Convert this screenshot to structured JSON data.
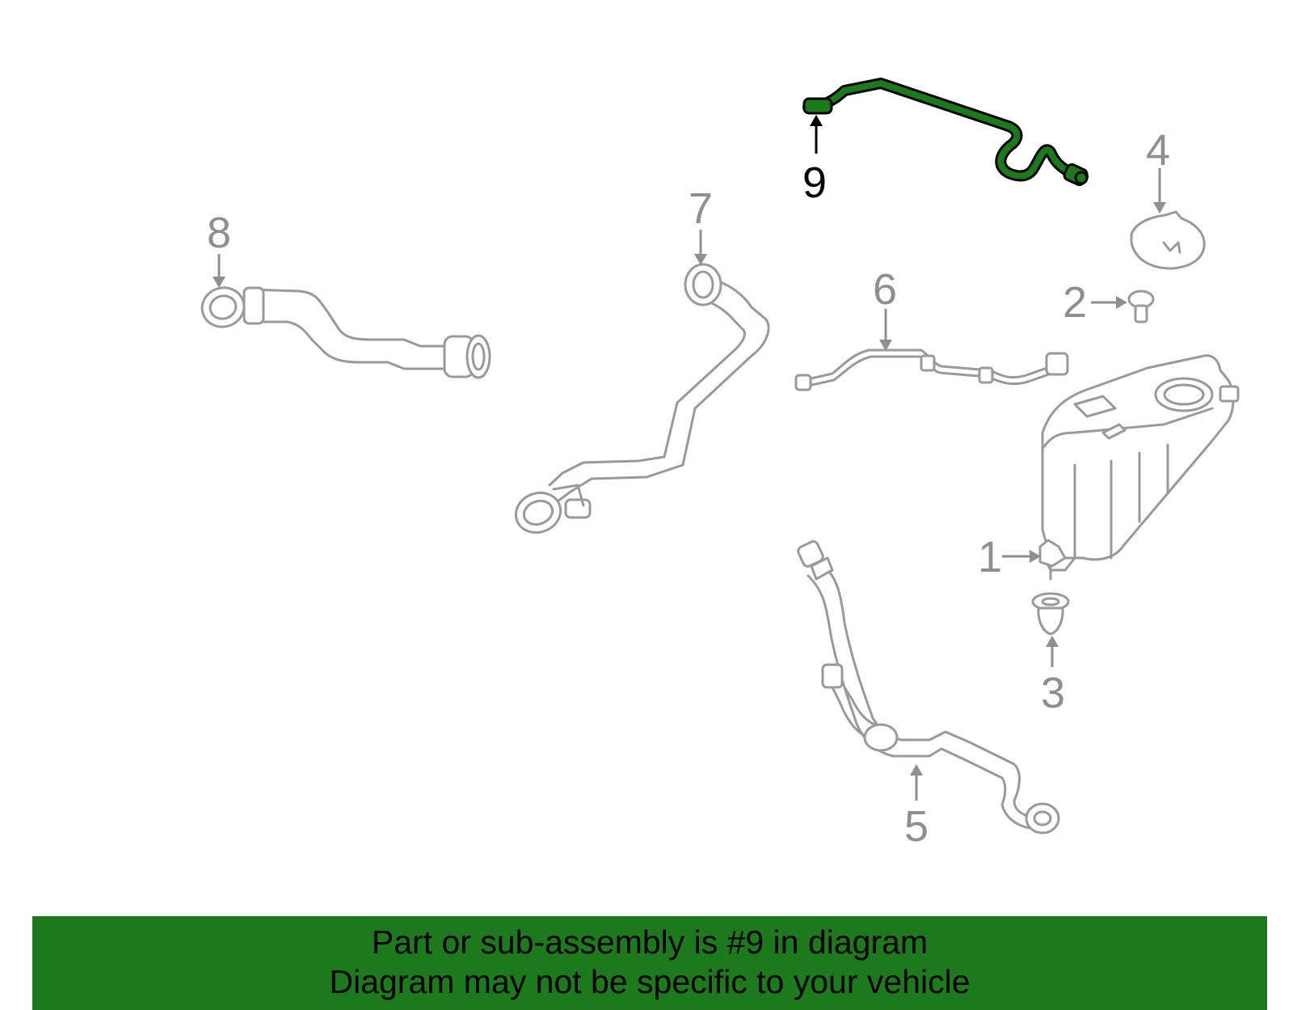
{
  "callouts": {
    "c1": "1",
    "c2": "2",
    "c3": "3",
    "c4": "4",
    "c5": "5",
    "c6": "6",
    "c7": "7",
    "c8": "8",
    "c9": "9"
  },
  "highlight_color": "#1c7a1c",
  "highlighted_part": "9",
  "banner": {
    "line1": "Part or sub-assembly is #9 in diagram",
    "line2": "Diagram may not be specific to your vehicle"
  }
}
